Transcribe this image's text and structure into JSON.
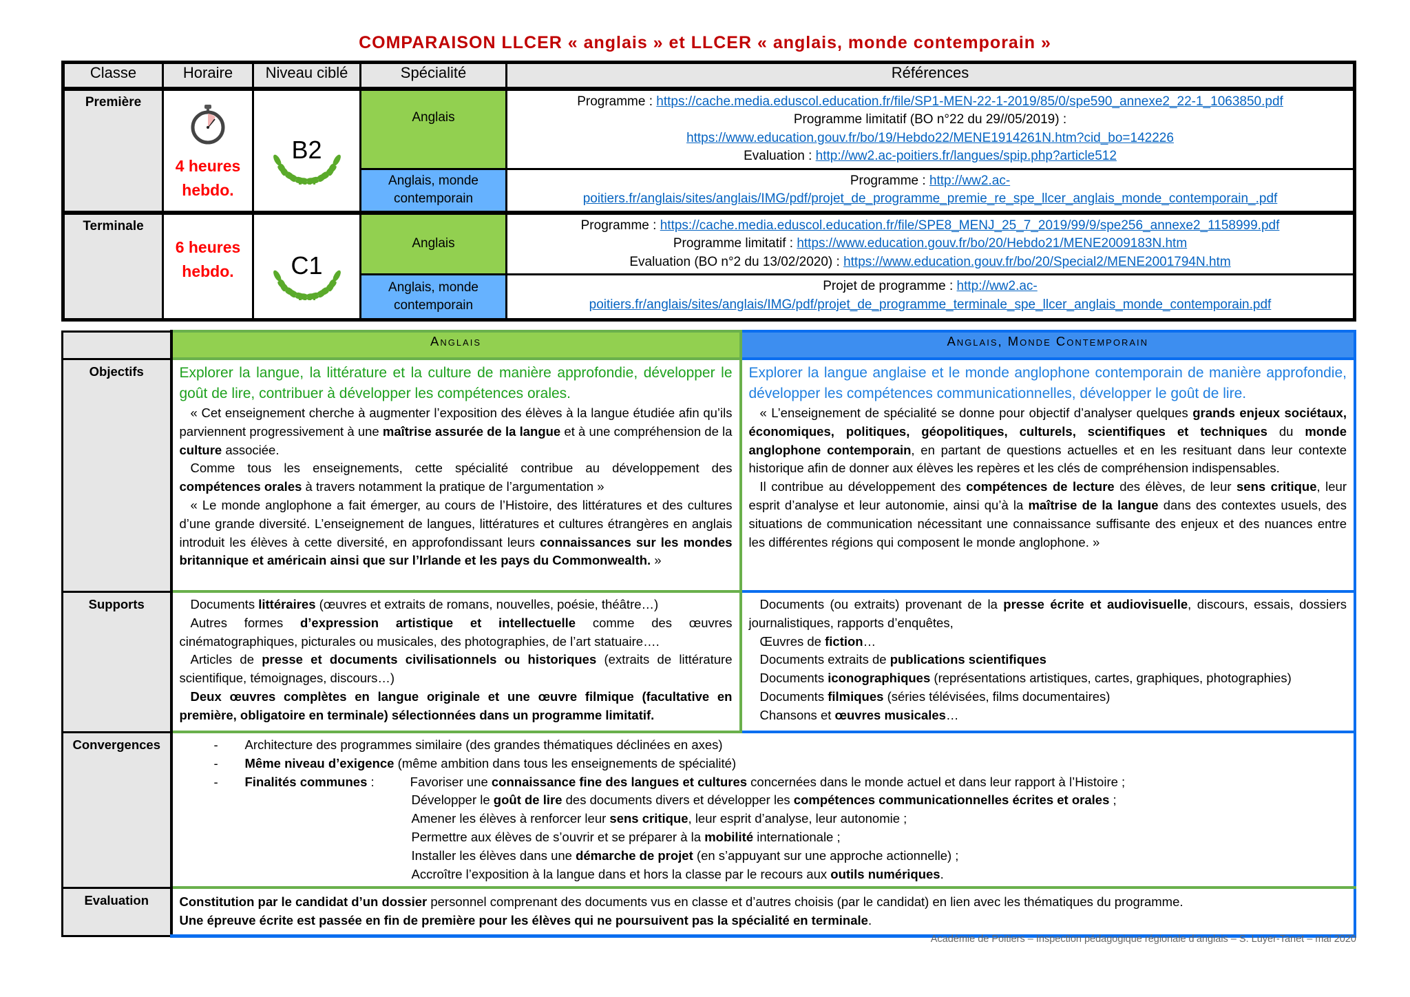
{
  "title": "COMPARAISON LLCER « anglais » et LLCER « anglais, monde contemporain »",
  "table1": {
    "headers": [
      "Classe",
      "Horaire",
      "Niveau ciblé",
      "Spécialité",
      "Références"
    ],
    "rows": [
      {
        "classe": "Première",
        "hours1": "4 heures",
        "hours2": "hebdo.",
        "niveau": "B2",
        "anglais_label": "Anglais",
        "anglais_refs": {
          "prog_label": "Programme : ",
          "prog_link": "https://cache.media.eduscol.education.fr/file/SP1-MEN-22-1-2019/85/0/spe590_annexe2_22-1_1063850.pdf",
          "lim_label": "Programme limitatif (BO n°22 du 29//05/2019) :",
          "lim_link": "https://www.education.gouv.fr/bo/19/Hebdo22/MENE1914261N.htm?cid_bo=142226",
          "eval_label": "Evaluation : ",
          "eval_link": "http://ww2.ac-poitiers.fr/langues/spip.php?article512"
        },
        "amc_label": "Anglais, monde contemporain",
        "amc_refs": {
          "prog_label": "Programme : ",
          "link1": "http://ww2.ac-",
          "link2": "poitiers.fr/anglais/sites/anglais/IMG/pdf/projet_de_programme_premie_re_spe_llcer_anglais_monde_contemporain_.pdf"
        }
      },
      {
        "classe": "Terminale",
        "hours1": "6 heures",
        "hours2": "hebdo.",
        "niveau": "C1",
        "anglais_label": "Anglais",
        "anglais_refs": {
          "prog_label": "Programme : ",
          "prog_link": "https://cache.media.eduscol.education.fr/file/SPE8_MENJ_25_7_2019/99/9/spe256_annexe2_1158999.pdf",
          "lim_label": "Programme limitatif : ",
          "lim_link": "https://www.education.gouv.fr/bo/20/Hebdo21/MENE2009183N.htm",
          "eval_label": "Evaluation (BO n°2 du 13/02/2020) : ",
          "eval_link": "https://www.education.gouv.fr/bo/20/Special2/MENE2001794N.htm"
        },
        "amc_label": "Anglais, monde contemporain",
        "amc_refs": {
          "prog_label": "Projet de programme : ",
          "link1": "http://ww2.ac-",
          "link2": "poitiers.fr/anglais/sites/anglais/IMG/pdf/projet_de_programme_terminale_spe_llcer_anglais_monde_contemporain.pdf"
        }
      }
    ]
  },
  "table2": {
    "col_anglais": "Anglais",
    "col_amc": "Anglais, Monde Contemporain",
    "labels": {
      "objectifs": "Objectifs",
      "supports": "Supports",
      "convergences": "Convergences",
      "evaluation": "Evaluation"
    },
    "objectifs": {
      "anglais_intro": "Explorer la langue, la littérature et la culture de manière approfondie, développer le goût de lire, contribuer à développer les compétences orales.",
      "anglais": [
        [
          [
            "« Cet enseignement cherche à augmenter l’exposition des élèves à la langue étudiée afin qu’ils parviennent progressivement à une ",
            0
          ],
          [
            "maîtrise assurée de la langue",
            1
          ],
          [
            " et à une compréhension de la ",
            0
          ],
          [
            "culture",
            1
          ],
          [
            " associée.",
            0
          ]
        ],
        [
          [
            "Comme tous les enseignements, cette spécialité contribue au développement des ",
            0
          ],
          [
            "compétences orales",
            1
          ],
          [
            " à travers notamment la pratique de l’argumentation »",
            0
          ]
        ],
        [
          [
            "« Le monde anglophone a fait émerger, au cours de l’Histoire, des littératures et des cultures d’une grande diversité. L’enseignement de langues, littératures et cultures étrangères en anglais introduit les élèves à cette diversité, en approfondissant leurs ",
            0
          ],
          [
            "connaissances sur les mondes britannique et américain ainsi que sur l’Irlande et les pays du Commonwealth.",
            1
          ],
          [
            " »",
            0
          ]
        ]
      ],
      "amc_intro": "Explorer la langue anglaise et le monde anglophone contemporain de manière approfondie, développer les compétences communicationnelles, développer le goût de lire.",
      "amc": [
        [
          [
            "« L’enseignement de spécialité se donne pour objectif d’analyser quelques ",
            0
          ],
          [
            "grands enjeux sociétaux, économiques, politiques, géopolitiques, culturels, scientifiques et techniques",
            1
          ],
          [
            " du ",
            0
          ],
          [
            "monde anglophone contemporain",
            1
          ],
          [
            ", en partant de questions actuelles et en les resituant dans leur contexte historique afin de donner aux élèves les repères et les clés de compréhension indispensables.",
            0
          ]
        ],
        [
          [
            "Il contribue au développement des ",
            0
          ],
          [
            "compétences de lecture",
            1
          ],
          [
            " des élèves, de leur ",
            0
          ],
          [
            "sens critique",
            1
          ],
          [
            ", leur esprit d’analyse et leur autonomie, ainsi qu’à la ",
            0
          ],
          [
            "maîtrise de la langue",
            1
          ],
          [
            " dans des contextes usuels, des situations de communication nécessitant une connaissance suffisante des enjeux et des nuances entre les différentes régions qui composent le monde anglophone. »",
            0
          ]
        ]
      ]
    },
    "supports": {
      "anglais": [
        [
          [
            "Documents ",
            0
          ],
          [
            "littéraires",
            1
          ],
          [
            " (œuvres et extraits de romans, nouvelles, poésie, théâtre…)",
            0
          ]
        ],
        [
          [
            "Autres formes ",
            0
          ],
          [
            "d’expression artistique et intellectuelle",
            1
          ],
          [
            " comme des œuvres cinématographiques, picturales ou musicales, des photographies, de l’art statuaire….",
            0
          ]
        ],
        [
          [
            "Articles de ",
            0
          ],
          [
            "presse et documents civilisationnels ou historiques",
            1
          ],
          [
            " (extraits de littérature scientifique, témoignages, discours…)",
            0
          ]
        ],
        [
          [
            "Deux œuvres complètes en langue originale et une œuvre filmique (facultative en première, obligatoire en terminale) sélectionnées dans un programme limitatif.",
            1
          ]
        ]
      ],
      "amc": [
        [
          [
            "Documents (ou extraits) provenant de la ",
            0
          ],
          [
            "presse écrite et audiovisuelle",
            1
          ],
          [
            ", discours, essais, dossiers journalistiques, rapports d’enquêtes,",
            0
          ]
        ],
        [
          [
            "Œuvres de ",
            0
          ],
          [
            "fiction",
            1
          ],
          [
            "…",
            0
          ]
        ],
        [
          [
            "Documents extraits de ",
            0
          ],
          [
            "publications scientifiques",
            1
          ]
        ],
        [
          [
            "Documents ",
            0
          ],
          [
            "iconographiques",
            1
          ],
          [
            " (représentations artistiques, cartes, graphiques, photographies)",
            0
          ]
        ],
        [
          [
            "Documents ",
            0
          ],
          [
            "filmiques",
            1
          ],
          [
            " (séries télévisées, films documentaires)",
            0
          ]
        ],
        [
          [
            "Chansons et ",
            0
          ],
          [
            "œuvres musicales",
            1
          ],
          [
            "…",
            0
          ]
        ]
      ]
    },
    "convergences": {
      "dash": "-",
      "items": [
        [
          [
            "Architecture des programmes similaire (des grandes thématiques déclinées en axes)",
            0
          ]
        ],
        [
          [
            "Même niveau d’exigence",
            1
          ],
          [
            " (même ambition dans tous les enseignements de spécialité)",
            0
          ]
        ]
      ],
      "finalites_label": "Finalités communes",
      "finalites_sep": " :",
      "finalites": [
        [
          [
            "Favoriser une ",
            0
          ],
          [
            "connaissance fine des langues et cultures",
            1
          ],
          [
            " concernées dans le monde actuel et dans leur rapport à l’Histoire ;",
            0
          ]
        ],
        [
          [
            "Développer le ",
            0
          ],
          [
            "goût de lire",
            1
          ],
          [
            " des documents divers et développer les ",
            0
          ],
          [
            "compétences communicationnelles écrites et orales",
            1
          ],
          [
            " ;",
            0
          ]
        ],
        [
          [
            "Amener les élèves à renforcer leur ",
            0
          ],
          [
            "sens critique",
            1
          ],
          [
            ", leur esprit d’analyse, leur autonomie ;",
            0
          ]
        ],
        [
          [
            "Permettre aux élèves de s’ouvrir et se préparer à la ",
            0
          ],
          [
            "mobilité",
            1
          ],
          [
            " internationale ;",
            0
          ]
        ],
        [
          [
            "Installer les élèves dans une ",
            0
          ],
          [
            "démarche de projet",
            1
          ],
          [
            " (en s’appuyant sur une approche actionnelle) ;",
            0
          ]
        ],
        [
          [
            "Accroître l’exposition à la langue dans et hors la classe par le recours aux ",
            0
          ],
          [
            "outils numériques",
            1
          ],
          [
            ".",
            0
          ]
        ]
      ]
    },
    "evaluation": [
      [
        [
          "Constitution par le candidat d’un dossier",
          1
        ],
        [
          " personnel comprenant des documents vus en classe et d’autres choisis (par le candidat) en lien avec les thématiques du programme.",
          0
        ]
      ],
      [
        [
          "Une épreuve écrite est passée en fin de première pour les élèves qui ne poursuivent pas la spécialité en terminale",
          1
        ],
        [
          ".",
          0
        ]
      ]
    ]
  },
  "footer": "Académie de Poitiers – Inspection pédagogique régionale d’anglais – S. Luyer-Tanet – mai 2020",
  "colors": {
    "title": "#c00000",
    "green": "#92d050",
    "blue": "#66b2ff",
    "link": "#0563c1"
  }
}
